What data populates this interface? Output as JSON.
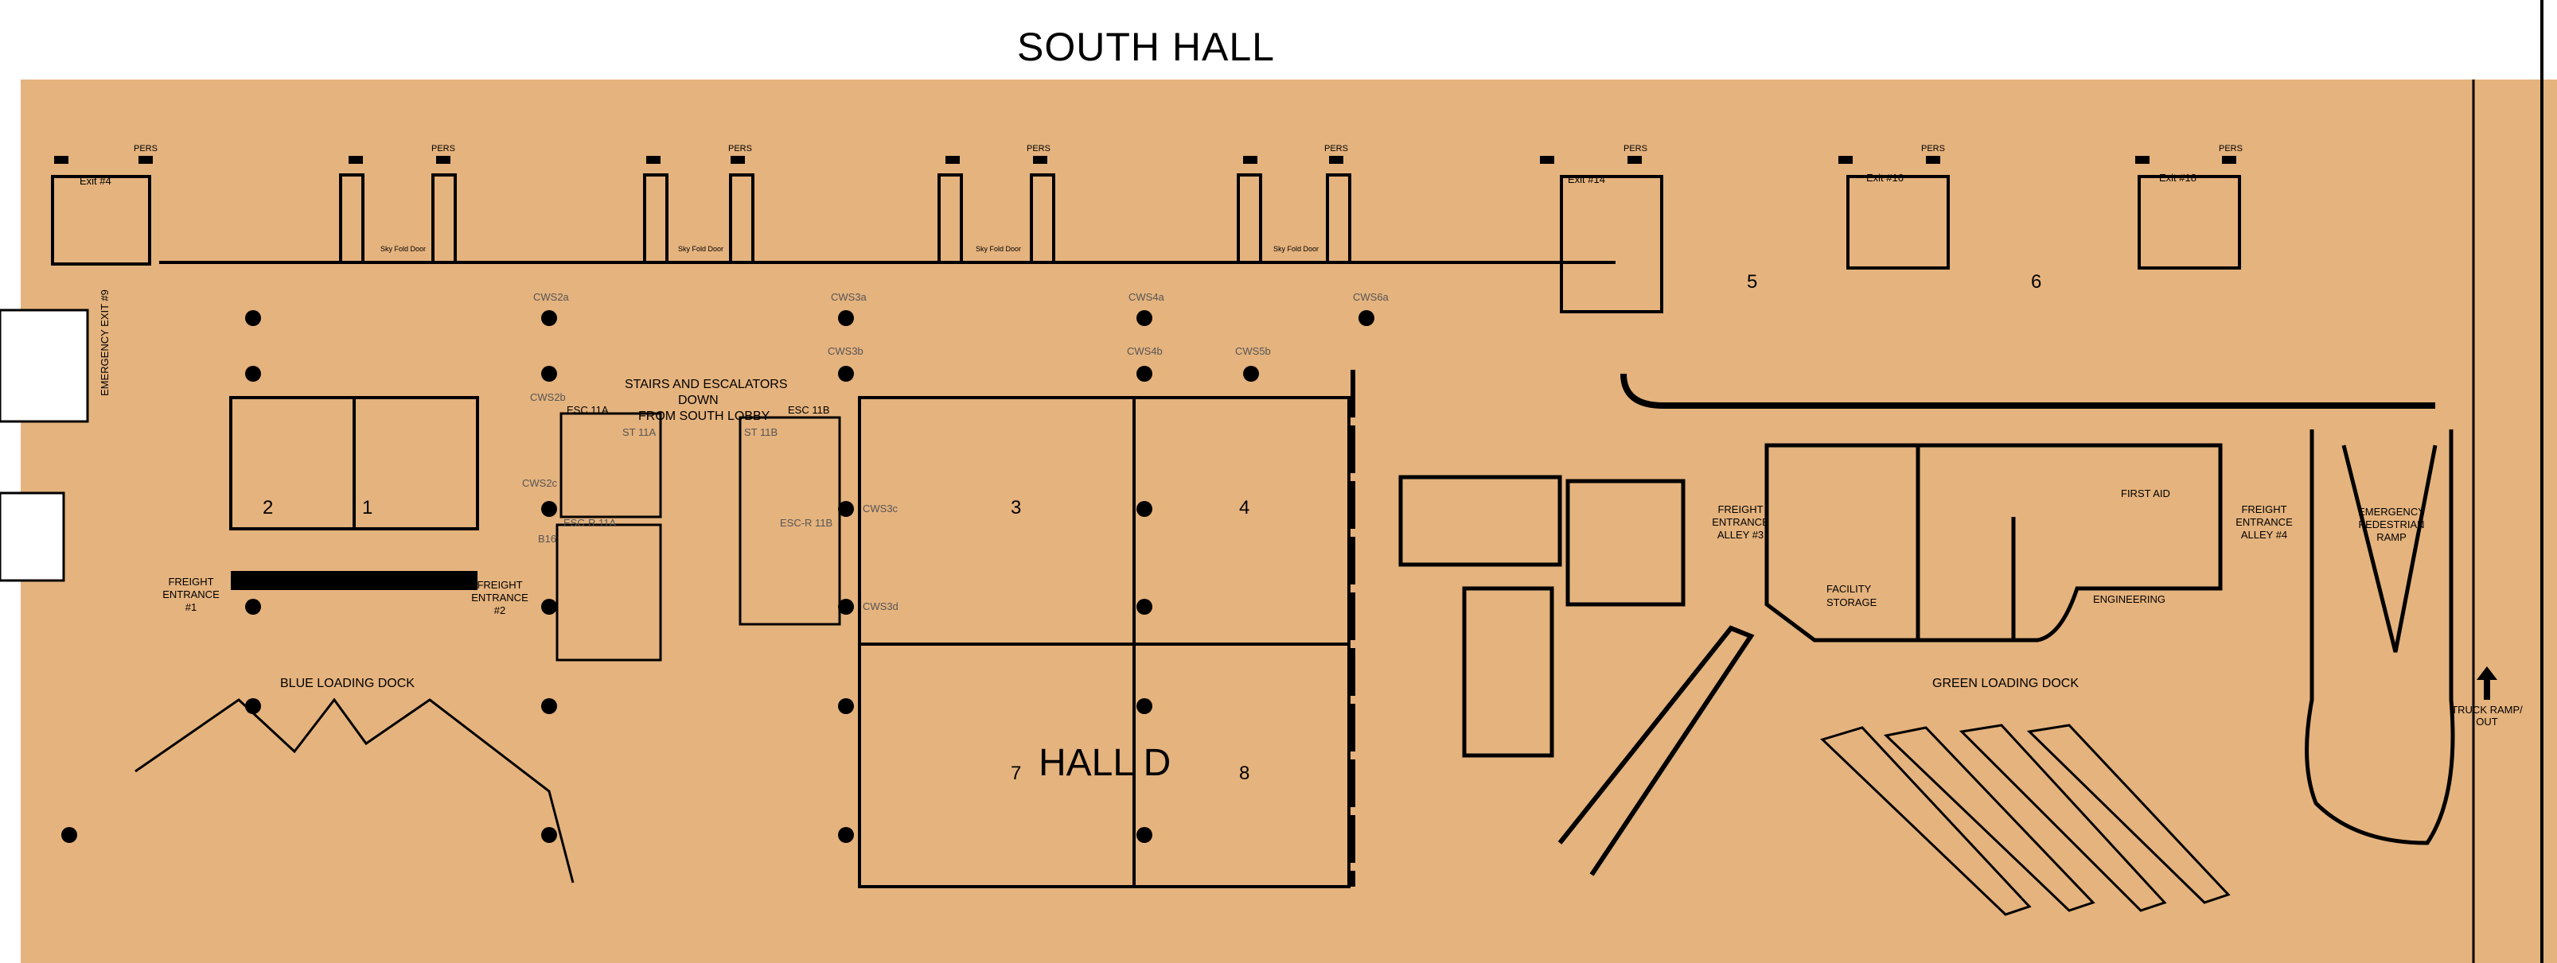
{
  "title": "SOUTH HALL",
  "colors": {
    "floor": "#e5b37e",
    "wall": "#000000",
    "label_gray": "#555555"
  },
  "exits": {
    "exit4": "Exit #4",
    "exit14": "Exit #14",
    "exit16": "Exit #16",
    "exit18": "Exit #18"
  },
  "pers": "PERS",
  "door_label": "Sky Fold Door",
  "emergency_exit": "EMERGENCY EXIT #9",
  "stairs": {
    "l1": "STAIRS AND ESCALATORS",
    "l2": "DOWN",
    "l3": "FROM SOUTH LOBBY"
  },
  "esc": {
    "esc11a": "ESC 11A",
    "esc11b": "ESC 11B",
    "st11a": "ST 11A",
    "st11b": "ST 11B",
    "escr11a": "ESC-R 11A",
    "escr11b": "ESC-R 11B",
    "b16": "B16"
  },
  "cws": [
    "CWS2a",
    "CWS3a",
    "CWS4a",
    "CWS6a",
    "CWS3b",
    "CWS4b",
    "CWS5b",
    "CWS2b",
    "CWS2c",
    "CWS3c",
    "CWS3d"
  ],
  "sections": [
    "1",
    "2",
    "3",
    "4",
    "5",
    "6",
    "7",
    "8"
  ],
  "hall": "HALL D",
  "freight": {
    "e1": [
      "FREIGHT",
      "ENTRANCE",
      "#1"
    ],
    "e2": [
      "FREIGHT",
      "ENTRANCE",
      "#2"
    ],
    "a3": [
      "FREIGHT",
      "ENTRANCE",
      "ALLEY #3"
    ],
    "a4": [
      "FREIGHT",
      "ENTRANCE",
      "ALLEY #4"
    ]
  },
  "docks": {
    "blue": "BLUE LOADING DOCK",
    "green": "GREEN LOADING DOCK"
  },
  "rooms": {
    "storage": [
      "FACILITY",
      "STORAGE"
    ],
    "engineering": "ENGINEERING",
    "first_aid": "FIRST AID"
  },
  "ramp": [
    "EMERGENCY",
    "PEDESTRIAN",
    "RAMP"
  ],
  "truck_ramp": [
    "TRUCK RAMP/",
    "OUT"
  ]
}
